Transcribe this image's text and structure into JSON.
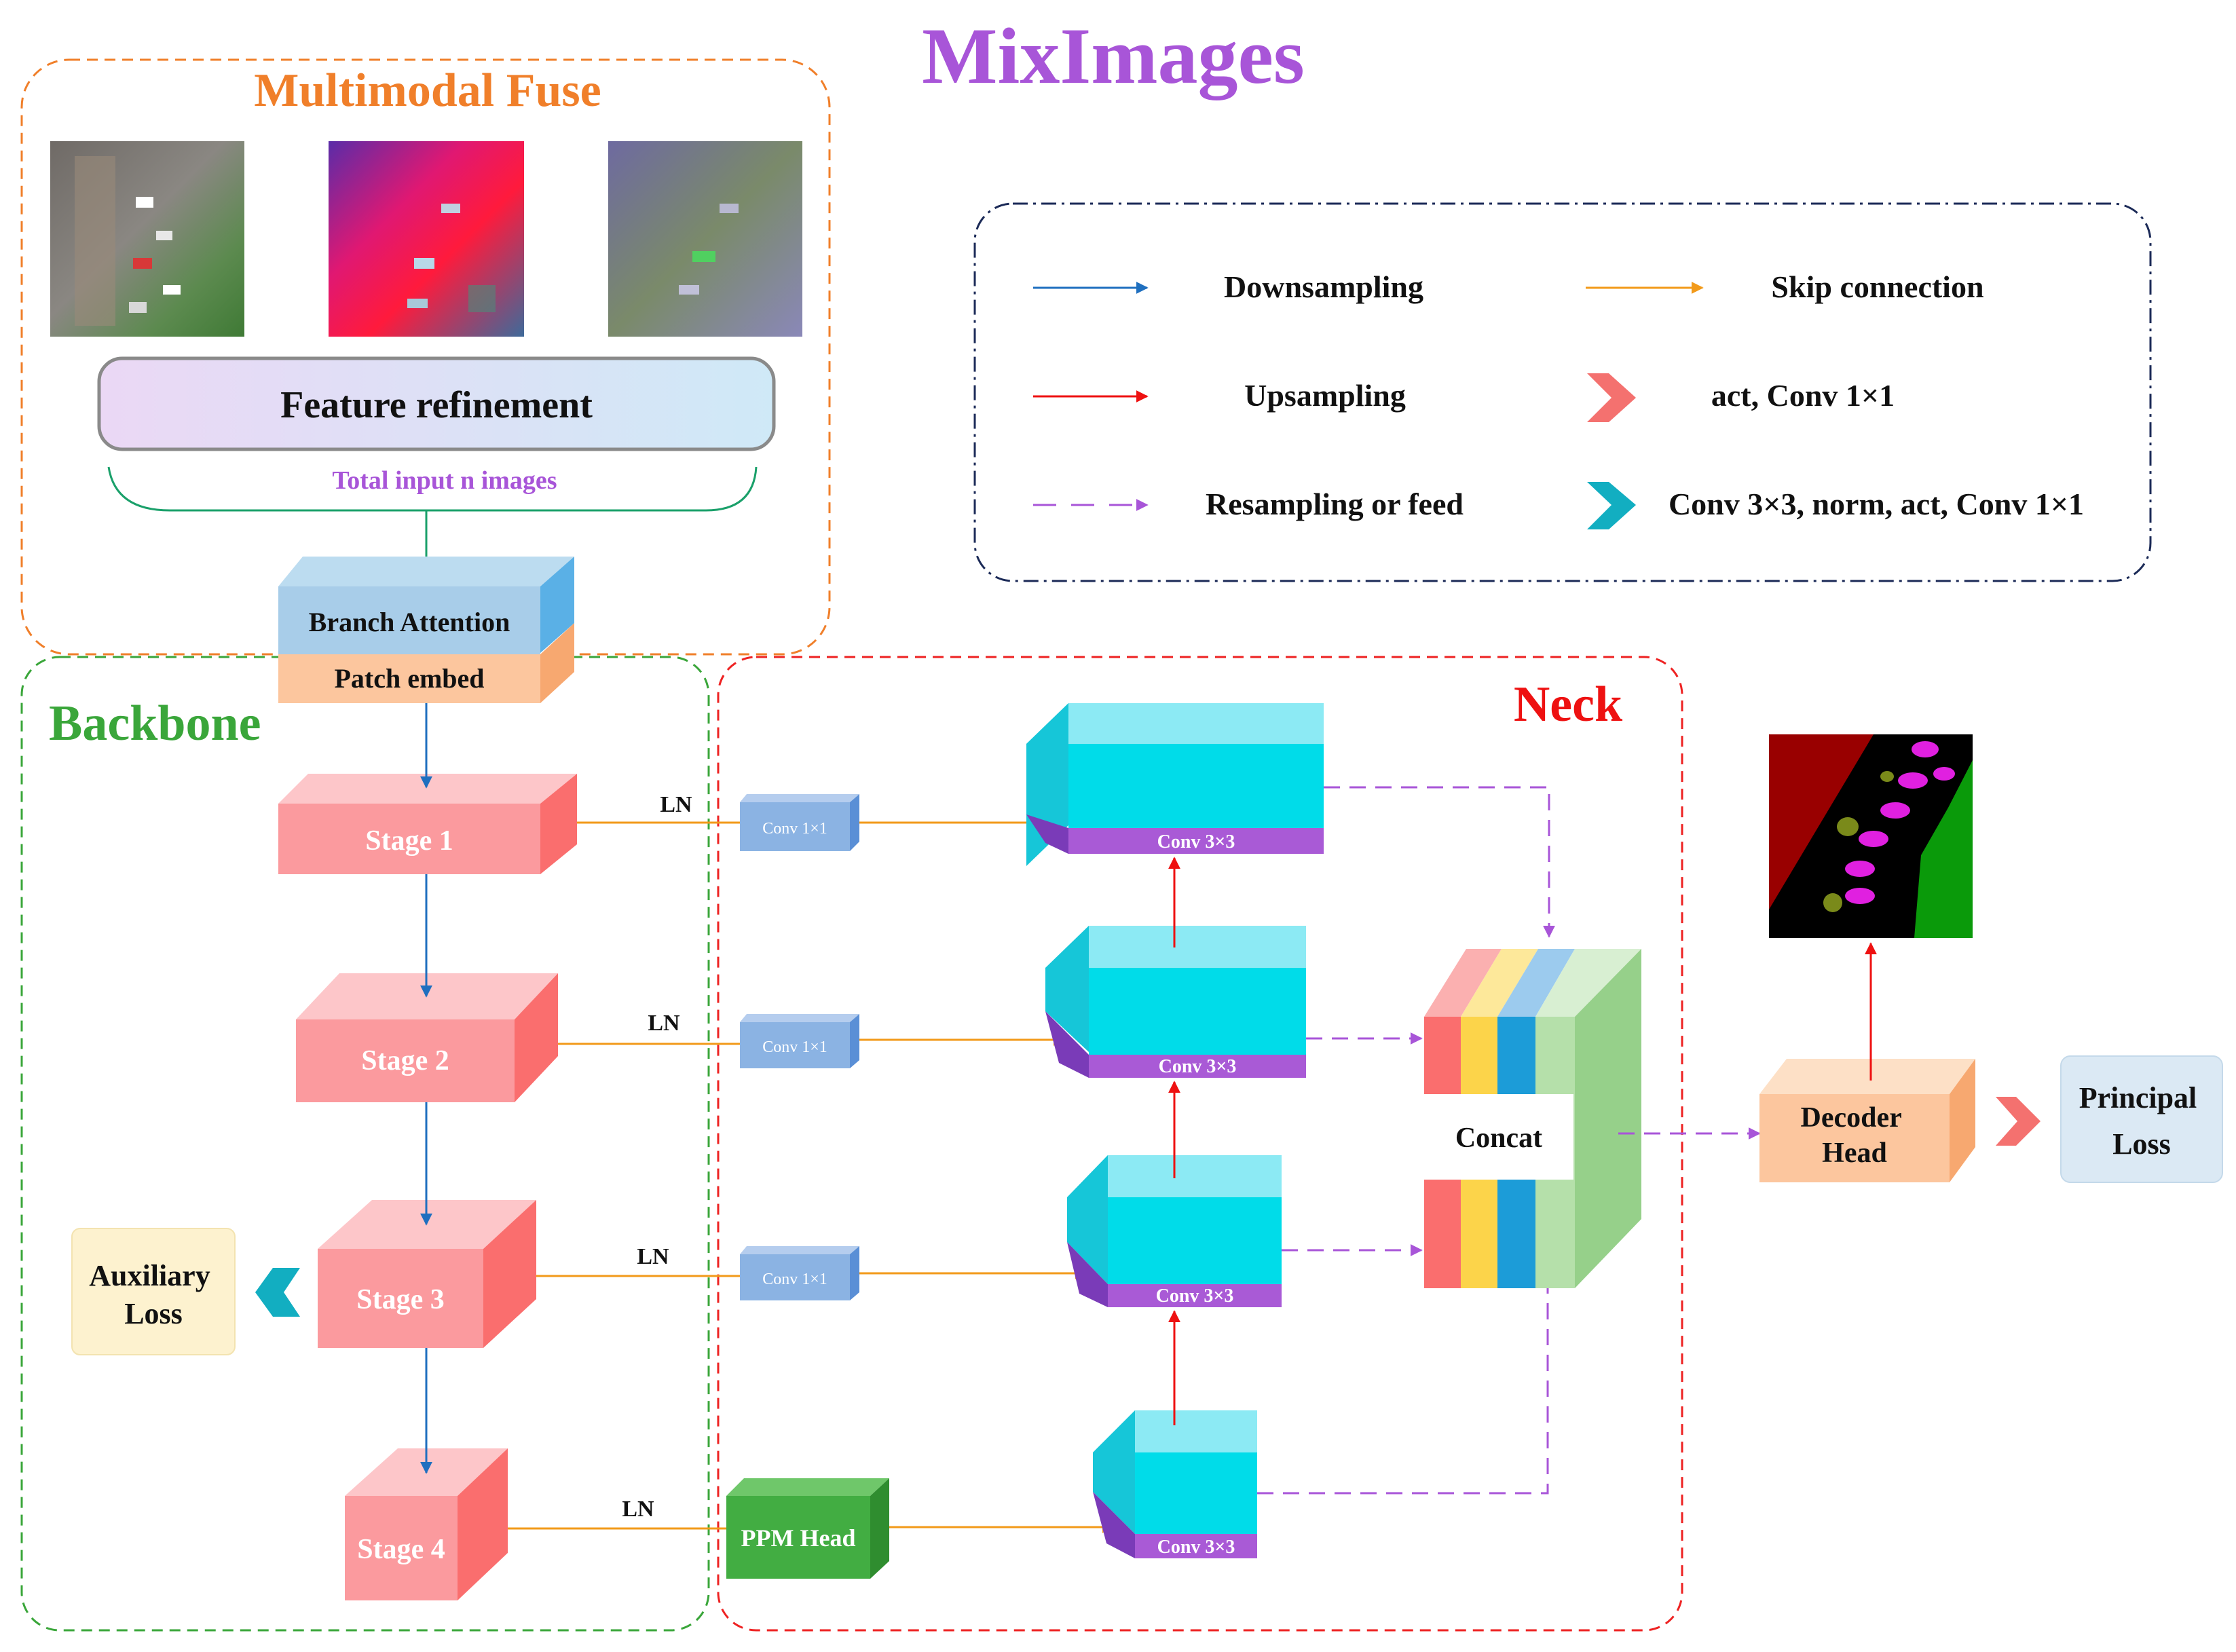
{
  "title": "MixImages",
  "colors": {
    "title": "#a855d8",
    "fuse": "#f07f2a",
    "backbone": "#3aa63a",
    "neck": "#ee2222",
    "legend_border": "#1b2a57",
    "down_arrow": "#1f6fbf",
    "up_arrow": "#ee1111",
    "skip_arrow": "#f29a1a",
    "resample_arrow": "#a855d8",
    "chevron_red": "#f4716f",
    "chevron_teal": "#12aec1",
    "stage_front": "#fb9a9e",
    "stage_top": "#fdc6c9",
    "stage_side": "#fa6e6e",
    "cyan_front": "#00dce9",
    "cyan_top": "#8ceaf4",
    "conv_bar": "#a95ad6",
    "small_conv": "#8bb3e3",
    "ppm": "#42ad42"
  },
  "multimodal_fuse": {
    "title": "Multimodal Fuse",
    "images": [
      "rgb-image",
      "thermal-image",
      "fused-image"
    ],
    "feature_refinement": "Feature refinement",
    "total_input": "Total input n images"
  },
  "branch": {
    "attention": "Branch Attention",
    "patch_embed": "Patch embed"
  },
  "backbone": {
    "title": "Backbone",
    "stages": [
      "Stage 1",
      "Stage 2",
      "Stage 3",
      "Stage 4"
    ],
    "ln": "LN",
    "auxiliary_loss": "Auxiliary Loss"
  },
  "neck": {
    "title": "Neck",
    "conv1x1": "Conv 1×1",
    "conv3x3": "Conv 3×3",
    "ppm_head": "PPM Head",
    "concat": "Concat"
  },
  "decoder": {
    "head": "Decoder Head",
    "principal_loss": "Principal Loss",
    "output": "segmentation-mask"
  },
  "legend": {
    "items": [
      {
        "icon": "blue-arrow",
        "label": "Downsampling"
      },
      {
        "icon": "orange-arrow",
        "label": "Skip connection"
      },
      {
        "icon": "red-arrow",
        "label": "Upsampling"
      },
      {
        "icon": "red-chevron",
        "label": "act, Conv 1×1"
      },
      {
        "icon": "purple-dashed-arrow",
        "label": "Resampling or feed"
      },
      {
        "icon": "teal-chevron",
        "label": "Conv 3×3, norm, act, Conv 1×1"
      }
    ]
  }
}
